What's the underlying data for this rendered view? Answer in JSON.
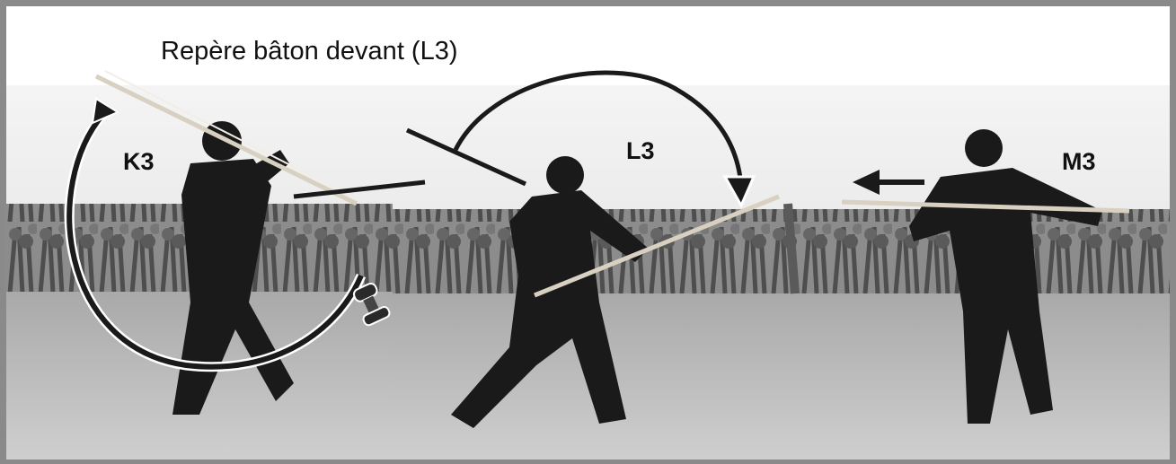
{
  "title": "Repère bâton devant (L3)",
  "labels": {
    "k3": "K3",
    "l3": "L3",
    "m3": "M3"
  },
  "colors": {
    "border": "#8a8a8a",
    "sky": "#ececec",
    "ground": "#b8b8b8",
    "figure": "#1a1a1a",
    "staff": "#d8d0c0"
  },
  "icons": {
    "pushpin": "pushpin-icon",
    "arrow": "arrow-icon"
  }
}
